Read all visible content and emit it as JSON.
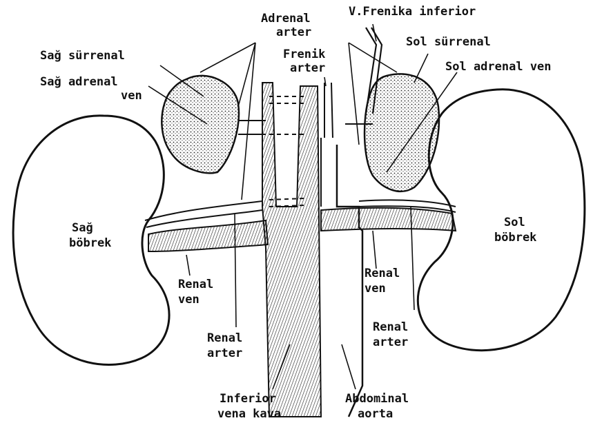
{
  "colors": {
    "ink": "#111111",
    "paper": "#ffffff",
    "stipple": "#222222"
  },
  "labels": {
    "adrenal_arter": [
      "Adrenal",
      "arter"
    ],
    "v_frenika": "V.Frenika inferior",
    "sag_surrenal": "Sağ sürrenal",
    "sol_surrenal": "Sol sürrenal",
    "frenik_arter": [
      "Frenik",
      "arter"
    ],
    "sag_adrenal_ven": [
      "Sağ adrenal",
      "ven"
    ],
    "sol_adrenal_ven": "Sol adrenal ven",
    "sag_bobrek": [
      "Sağ",
      "böbrek"
    ],
    "sol_bobrek": [
      "Sol",
      "böbrek"
    ],
    "renal_ven_left": [
      "Renal",
      "ven"
    ],
    "renal_ven_right": [
      "Renal",
      "ven"
    ],
    "renal_arter_left": [
      "Renal",
      "arter"
    ],
    "renal_arter_right": [
      "Renal",
      "arter"
    ],
    "ivc": [
      "Inferior",
      "vena kava"
    ],
    "aorta": [
      "Abdominal",
      "aorta"
    ]
  }
}
